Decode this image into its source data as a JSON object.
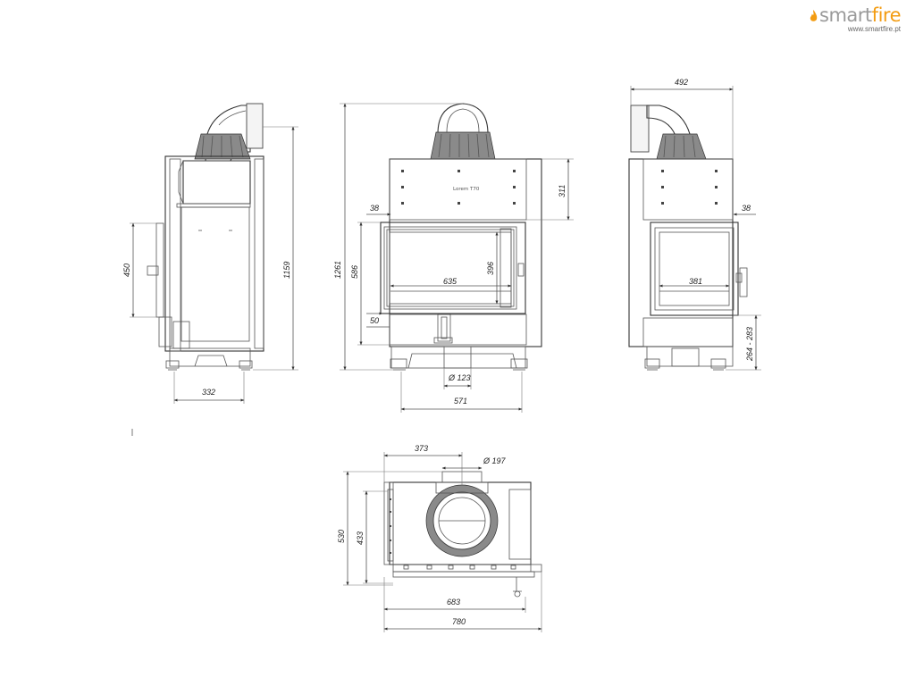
{
  "brand": {
    "name_start": "smart",
    "name_end": "fire",
    "url": "www.smartfire.pt",
    "accent_color": "#f39c12",
    "grey_color": "#9a9a9a"
  },
  "logo_plate": "Lorem T70",
  "dimensions": {
    "side_left": {
      "w332": "332",
      "h450": "450",
      "h1159": "1159"
    },
    "front": {
      "h1261": "1261",
      "h586": "586",
      "h311": "311",
      "w38": "38",
      "w635": "635",
      "h396": "396",
      "h50": "50",
      "d123": "Ø 123",
      "w571": "571"
    },
    "side_right": {
      "w492": "492",
      "w38": "38",
      "w381": "381",
      "h264_283": "264 - 283"
    },
    "top": {
      "w373": "373",
      "d197": "Ø 197",
      "h530": "530",
      "h433": "433",
      "w683": "683",
      "w780": "780"
    }
  }
}
